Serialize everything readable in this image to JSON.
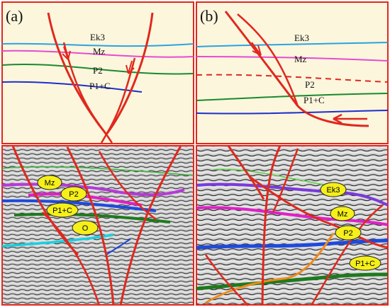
{
  "panels": {
    "a": {
      "label": "(a)",
      "horizons": [
        "Ek3",
        "Mz",
        "P2",
        "P1+C"
      ]
    },
    "b": {
      "label": "(b)",
      "horizons": [
        "Ek3",
        "Mz",
        "P2",
        "P1+C"
      ]
    }
  },
  "seismic_a": {
    "ovals": [
      "Mz",
      "P2",
      "P1+C",
      "O"
    ]
  },
  "seismic_b": {
    "ovals": [
      "Ek3",
      "Mz",
      "P2",
      "P1+C"
    ]
  },
  "colors": {
    "frame": "#e0281e",
    "fault": "#e0281e",
    "panel_bg": "#fcf6dd",
    "ek3": "#2aa3e0",
    "mz": "#e64bd0",
    "p2": "#1a8a2e",
    "p1c": "#1e2fc8",
    "oval_fill": "#f5ef1a"
  }
}
